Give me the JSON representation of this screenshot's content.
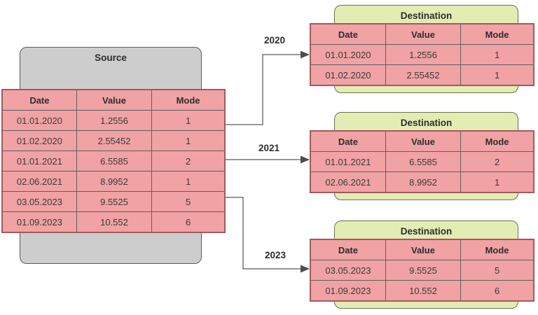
{
  "source": {
    "title": "Source",
    "columns": [
      "Date",
      "Value",
      "Mode"
    ],
    "rows": [
      [
        "01.01.2020",
        "1.2556",
        "1"
      ],
      [
        "01.02.2020",
        "2.55452",
        "1"
      ],
      [
        "01.01.2021",
        "6.5585",
        "2"
      ],
      [
        "02.06.2021",
        "8.9952",
        "1"
      ],
      [
        "03.05.2023",
        "9.5525",
        "5"
      ],
      [
        "01.09.2023",
        "10.552",
        "6"
      ]
    ]
  },
  "destinations": [
    {
      "title": "Destination",
      "arrow_label": "2020",
      "columns": [
        "Date",
        "Value",
        "Mode"
      ],
      "rows": [
        [
          "01.01.2020",
          "1.2556",
          "1"
        ],
        [
          "01.02.2020",
          "2.55452",
          "1"
        ]
      ]
    },
    {
      "title": "Destination",
      "arrow_label": "2021",
      "columns": [
        "Date",
        "Value",
        "Mode"
      ],
      "rows": [
        [
          "01.01.2021",
          "6.5585",
          "2"
        ],
        [
          "02.06.2021",
          "8.9952",
          "1"
        ]
      ]
    },
    {
      "title": "Destination",
      "arrow_label": "2023",
      "columns": [
        "Date",
        "Value",
        "Mode"
      ],
      "rows": [
        [
          "03.05.2023",
          "9.5525",
          "5"
        ],
        [
          "01.09.2023",
          "10.552",
          "6"
        ]
      ]
    }
  ],
  "colors": {
    "table_fill": "#f0a2a4",
    "table_outer_border": "#a05a5c",
    "cell_border": "#5f5f5f",
    "source_box_fill": "#cdcdcd",
    "source_box_border": "#5c5c5c",
    "dest_box_fill": "#e3edb3",
    "dest_box_border": "#6d7150",
    "arrow_line": "#757575",
    "arrow_head": "#4d4d4d",
    "text": "#2d2d2d"
  }
}
